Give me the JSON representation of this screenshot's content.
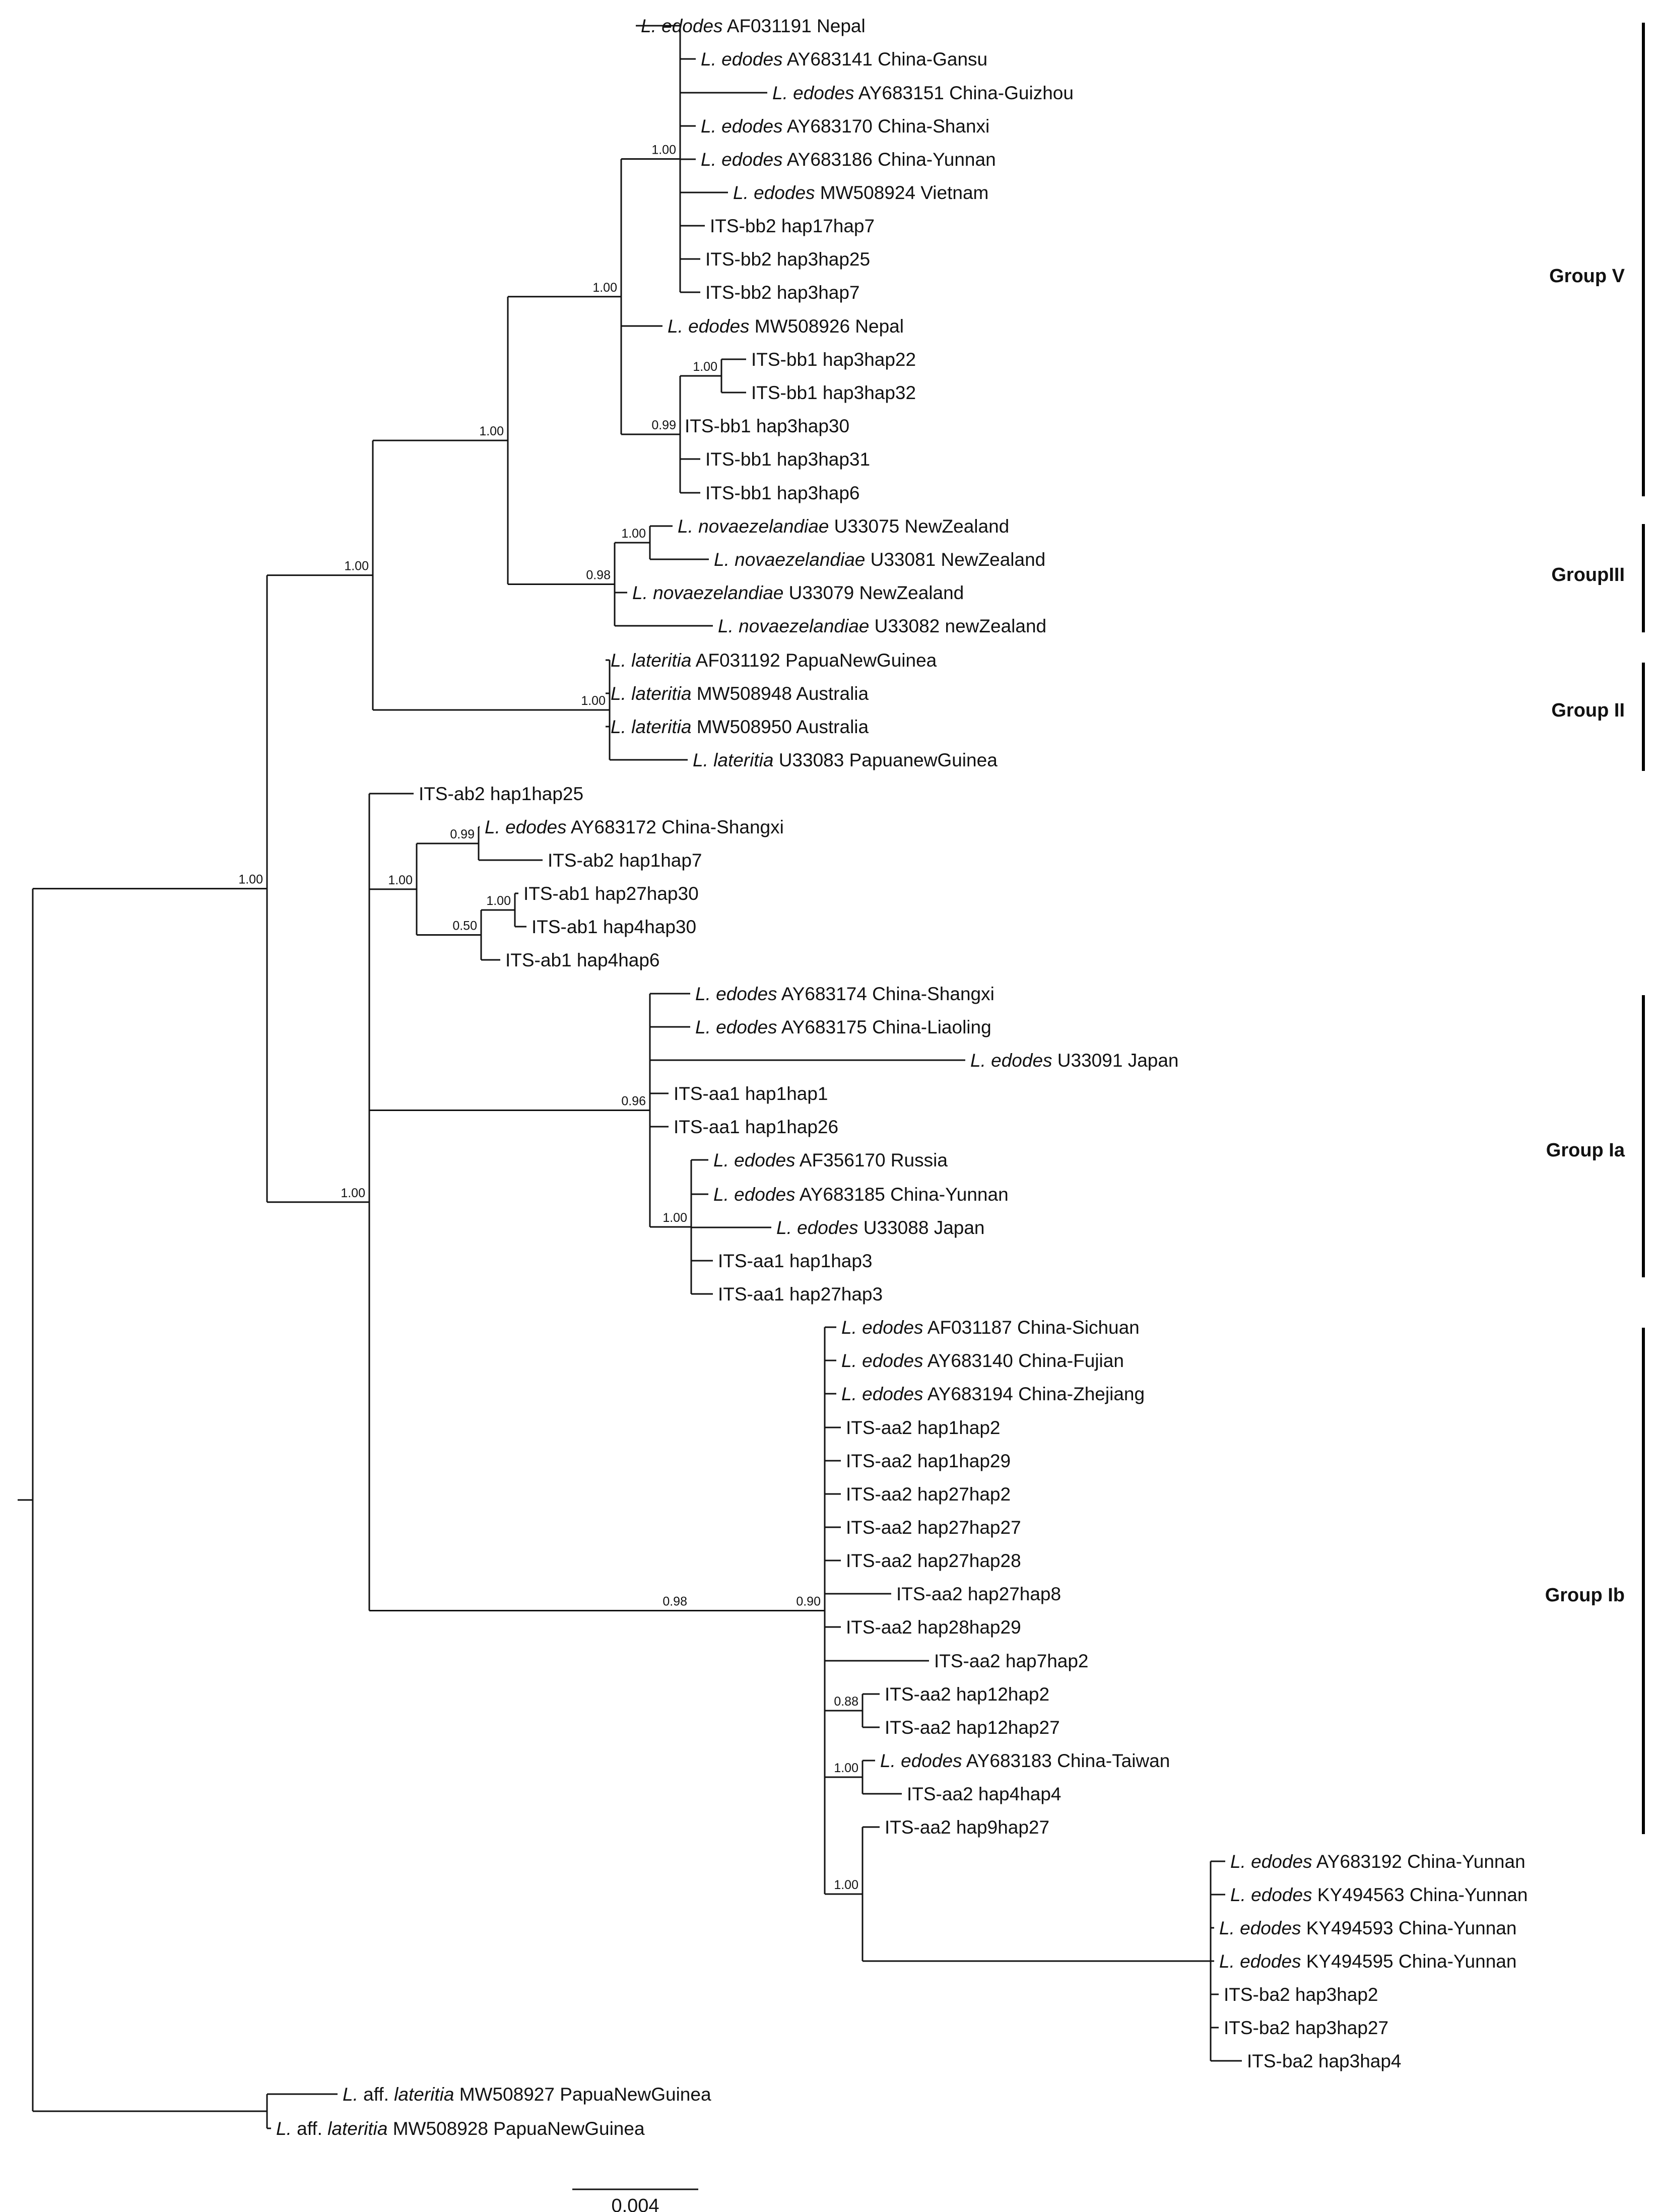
{
  "tree": {
    "leaves": [
      {
        "sp": "L. edodes",
        "t": " AF031191 Nepal"
      },
      {
        "sp": "L. edodes",
        "t": " AY683141 China-Gansu"
      },
      {
        "sp": "L. edodes",
        "t": " AY683151 China-Guizhou"
      },
      {
        "sp": "L. edodes",
        "t": " AY683170 China-Shanxi"
      },
      {
        "sp": "L. edodes",
        "t": " AY683186 China-Yunnan"
      },
      {
        "sp": "L. edodes",
        "t": " MW508924 Vietnam"
      },
      {
        "sp": "",
        "t": "ITS-bb2 hap17hap7"
      },
      {
        "sp": "",
        "t": "ITS-bb2 hap3hap25"
      },
      {
        "sp": "",
        "t": "ITS-bb2 hap3hap7"
      },
      {
        "sp": "L. edodes",
        "t": " MW508926 Nepal"
      },
      {
        "sp": "",
        "t": "ITS-bb1 hap3hap22"
      },
      {
        "sp": "",
        "t": "ITS-bb1 hap3hap32"
      },
      {
        "sp": "",
        "t": "ITS-bb1 hap3hap30"
      },
      {
        "sp": "",
        "t": "ITS-bb1 hap3hap31"
      },
      {
        "sp": "",
        "t": "ITS-bb1 hap3hap6"
      },
      {
        "sp": "L. novaezelandiae",
        "t": " U33075 NewZealand"
      },
      {
        "sp": "L. novaezelandiae",
        "t": " U33081 NewZealand"
      },
      {
        "sp": "L. novaezelandiae",
        "t": " U33079 NewZealand"
      },
      {
        "sp": "L. novaezelandiae",
        "t": " U33082 newZealand"
      },
      {
        "sp": "L. lateritia",
        "t": " AF031192 PapuaNewGuinea"
      },
      {
        "sp": "L. lateritia",
        "t": " MW508948 Australia"
      },
      {
        "sp": "L. lateritia",
        "t": " MW508950 Australia"
      },
      {
        "sp": "L. lateritia",
        "t": " U33083 PapuanewGuinea"
      },
      {
        "sp": "",
        "t": "ITS-ab2 hap1hap25"
      },
      {
        "sp": "L. edodes",
        "t": " AY683172 China-Shangxi"
      },
      {
        "sp": "",
        "t": "ITS-ab2 hap1hap7"
      },
      {
        "sp": "",
        "t": "ITS-ab1 hap27hap30"
      },
      {
        "sp": "",
        "t": "ITS-ab1 hap4hap30"
      },
      {
        "sp": "",
        "t": "ITS-ab1 hap4hap6"
      },
      {
        "sp": "L. edodes",
        "t": " AY683174 China-Shangxi"
      },
      {
        "sp": "L. edodes",
        "t": " AY683175 China-Liaoling"
      },
      {
        "sp": "L. edodes",
        "t": " U33091 Japan"
      },
      {
        "sp": "",
        "t": "ITS-aa1 hap1hap1"
      },
      {
        "sp": "",
        "t": "ITS-aa1 hap1hap26"
      },
      {
        "sp": "L. edodes",
        "t": " AF356170 Russia"
      },
      {
        "sp": "L. edodes",
        "t": " AY683185 China-Yunnan"
      },
      {
        "sp": "L. edodes",
        "t": " U33088 Japan"
      },
      {
        "sp": "",
        "t": "ITS-aa1 hap1hap3"
      },
      {
        "sp": "",
        "t": "ITS-aa1 hap27hap3"
      },
      {
        "sp": "L. edodes",
        "t": " AF031187 China-Sichuan"
      },
      {
        "sp": "L. edodes",
        "t": " AY683140 China-Fujian"
      },
      {
        "sp": "L. edodes",
        "t": " AY683194 China-Zhejiang"
      },
      {
        "sp": "",
        "t": "ITS-aa2 hap1hap2"
      },
      {
        "sp": "",
        "t": "ITS-aa2 hap1hap29"
      },
      {
        "sp": "",
        "t": "ITS-aa2 hap27hap2"
      },
      {
        "sp": "",
        "t": "ITS-aa2 hap27hap27"
      },
      {
        "sp": "",
        "t": "ITS-aa2 hap27hap28"
      },
      {
        "sp": "",
        "t": "ITS-aa2 hap27hap8"
      },
      {
        "sp": "",
        "t": "ITS-aa2 hap28hap29"
      },
      {
        "sp": "",
        "t": "ITS-aa2 hap7hap2"
      },
      {
        "sp": "",
        "t": "ITS-aa2 hap12hap2"
      },
      {
        "sp": "",
        "t": "ITS-aa2 hap12hap27"
      },
      {
        "sp": "L. edodes",
        "t": " AY683183 China-Taiwan"
      },
      {
        "sp": "",
        "t": "ITS-aa2 hap4hap4"
      },
      {
        "sp": "",
        "t": "ITS-aa2 hap9hap27"
      },
      {
        "sp": "L. edodes",
        "t": " AY683192 China-Yunnan"
      },
      {
        "sp": "L. edodes",
        "t": " KY494563 China-Yunnan"
      },
      {
        "sp": "L. edodes",
        "t": " KY494593 China-Yunnan"
      },
      {
        "sp": "L. edodes",
        "t": " KY494595 China-Yunnan"
      },
      {
        "sp": "",
        "t": "ITS-ba2 hap3hap2"
      },
      {
        "sp": "",
        "t": "ITS-ba2 hap3hap27"
      },
      {
        "sp": "",
        "t": "ITS-ba2 hap3hap4"
      },
      {
        "sp": "L. aff. lateritia",
        "t": " MW508927 PapuaNewGuinea"
      },
      {
        "sp": "L. aff. lateritia",
        "t": " MW508928 PapuaNewGuinea"
      }
    ],
    "supports": [
      "1.00",
      "1.00",
      "1.00",
      "1.00",
      "1.00",
      "0.99",
      "1.00",
      "0.98",
      "1.00",
      "1.00",
      "1.00",
      "1.00",
      "0.99",
      "0.50",
      "1.00",
      "0.96",
      "1.00",
      "0.98",
      "0.90",
      "0.88",
      "1.00",
      "1.00"
    ],
    "groups": [
      "Group V",
      "GroupIII",
      "Group II",
      "Group Ia",
      "Group Ib"
    ],
    "scale_label": "0.004"
  }
}
